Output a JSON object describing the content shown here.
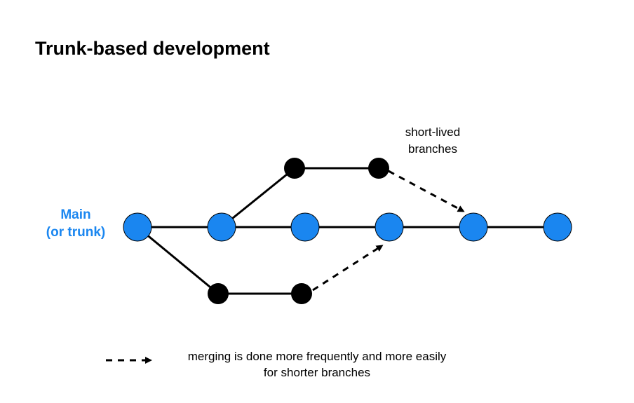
{
  "title": "Trunk-based development",
  "main_label": {
    "line1": "Main",
    "line2": "(or trunk)"
  },
  "branch_label": {
    "line1": "short-lived",
    "line2": "branches"
  },
  "legend": {
    "line1": "merging is done more frequently and more easily",
    "line2": "for shorter branches"
  },
  "colors": {
    "trunk_node": "#1a86f0",
    "branch_node": "#000000",
    "edge": "#000000",
    "label_accent": "#1a86f0"
  }
}
